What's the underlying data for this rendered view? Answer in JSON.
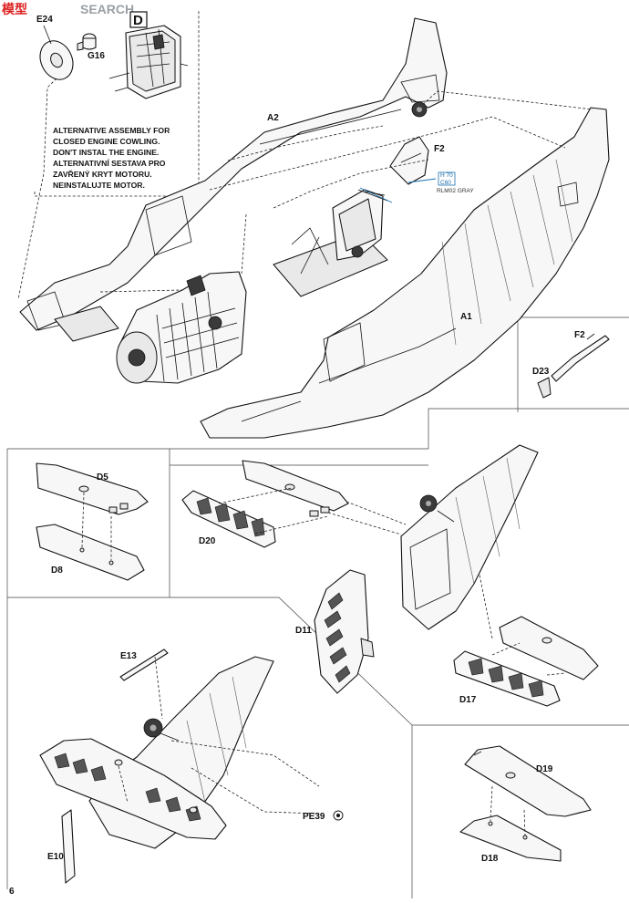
{
  "watermark": {
    "text": "SEARCH",
    "logo_glyphs": "模型"
  },
  "step_letter": "D",
  "parts": {
    "e24": "E24",
    "g16": "G16",
    "a2": "A2",
    "f2_main": "F2",
    "a1": "A1",
    "f2_detail": "F2",
    "d23": "D23",
    "d5": "D5",
    "d8": "D8",
    "d20": "D20",
    "d11": "D11",
    "d17": "D17",
    "e13": "E13",
    "pe39": "PE39",
    "e10": "E10",
    "d19": "D19",
    "d18": "D18"
  },
  "note_en": [
    "ALTERNATIVE ASSEMBLY FOR",
    "CLOSED ENGINE COWLING.",
    "DON'T INSTAL THE ENGINE."
  ],
  "note_cz": [
    "ALTERNATIVNÍ SESTAVA PRO",
    "ZAVŘENÝ KRYT MOTORU.",
    "NEINSTALUJTE MOTOR."
  ],
  "paint_callout": {
    "code1": "H 70",
    "code2": "C60",
    "name": "RLM02 GRAY"
  },
  "page_number": "6",
  "colors": {
    "paint_accent": "#1a6fae",
    "watermark_red": "#d22",
    "watermark_gray": "#9aa0a6"
  }
}
